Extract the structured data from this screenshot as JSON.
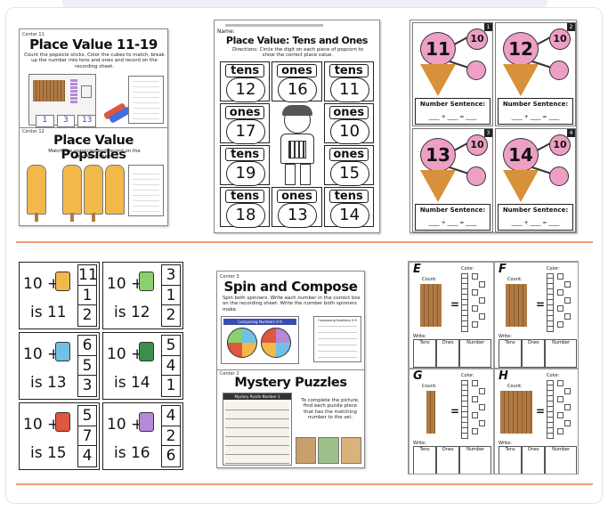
{
  "row1": {
    "card1": {
      "center11_label": "Center 11",
      "center11_title": "Place Value 11-19",
      "center11_desc": "Count the popsicle sticks. Color the cubes to match, break up the number into tens and ones and record on the recording sheet.",
      "center11_thumb_numbers": [
        "1",
        "3",
        "13"
      ],
      "center12_label": "Center 12",
      "center12_title": "Place Value Popsicles",
      "center12_desc": "Match the popsicles and record on the recording sheet."
    },
    "card2": {
      "name_label": "Name:",
      "title": "Place Value: Tens and Ones",
      "directions": "Directions: Circle the digit on each piece of popcorn to show the correct place value.",
      "grid": [
        {
          "word": "tens",
          "number": "12"
        },
        {
          "word": "ones",
          "number": "16"
        },
        {
          "word": "tens",
          "number": "11"
        },
        {
          "word": "ones",
          "number": "17"
        },
        {
          "word": "",
          "number": ""
        },
        {
          "word": "ones",
          "number": "10"
        },
        {
          "word": "tens",
          "number": "19"
        },
        {
          "word": "",
          "number": ""
        },
        {
          "word": "ones",
          "number": "15"
        },
        {
          "word": "tens",
          "number": "18"
        },
        {
          "word": "ones",
          "number": "13"
        },
        {
          "word": "tens",
          "number": "14"
        }
      ]
    },
    "card3": {
      "cells": [
        {
          "corner": "1",
          "big": "11",
          "ten": "10"
        },
        {
          "corner": "2",
          "big": "12",
          "ten": "10"
        },
        {
          "corner": "3",
          "big": "13",
          "ten": "10"
        },
        {
          "corner": "4",
          "big": "14",
          "ten": "10"
        }
      ],
      "sentence_label": "Number Sentence:",
      "sentence_blank": "____ + ____ = ____"
    }
  },
  "row2": {
    "card4": {
      "cells": [
        {
          "ten": "10 +",
          "is": "is 11",
          "stack": [
            "11",
            "1",
            "2"
          ]
        },
        {
          "ten": "10 +",
          "is": "is 12",
          "stack": [
            "3",
            "1",
            "2"
          ]
        },
        {
          "ten": "10 +",
          "is": "is 13",
          "stack": [
            "6",
            "5",
            "3"
          ]
        },
        {
          "ten": "10 +",
          "is": "is 14",
          "stack": [
            "5",
            "4",
            "1"
          ]
        },
        {
          "ten": "10 +",
          "is": "is 15",
          "stack": [
            "5",
            "7",
            "4"
          ]
        },
        {
          "ten": "10 +",
          "is": "is 16",
          "stack": [
            "4",
            "2",
            "6"
          ]
        }
      ]
    },
    "card5": {
      "center3_label": "Center 3",
      "center3_title": "Spin and Compose",
      "center3_desc": "Spin both spinners. Write each number in the correct box on the recording sheet. Write the number both spinners make.",
      "center3_thumb_title": "Composing Numbers 0-9",
      "center3_sheet_title": "Composing Numbers 0-9",
      "center2_label": "Center 2",
      "center2_title": "Mystery Puzzles",
      "center2_desc": "To complete the picture, find each puzzle piece that has the matching number to the set.",
      "center2_thumb_title": "Mystery Puzzle Number 1"
    },
    "card6": {
      "cells": [
        {
          "letter": "E"
        },
        {
          "letter": "F"
        },
        {
          "letter": "G"
        },
        {
          "letter": "H"
        }
      ],
      "count_label": "Count:",
      "color_label": "Color:",
      "write_label": "Write:",
      "cols": [
        "Tens",
        "Ones",
        "Number"
      ]
    }
  },
  "colors": {
    "divider": "#f0a071",
    "scoop": "#ee9fc4",
    "cone": "#d6913a",
    "stick": "#b07a45"
  }
}
